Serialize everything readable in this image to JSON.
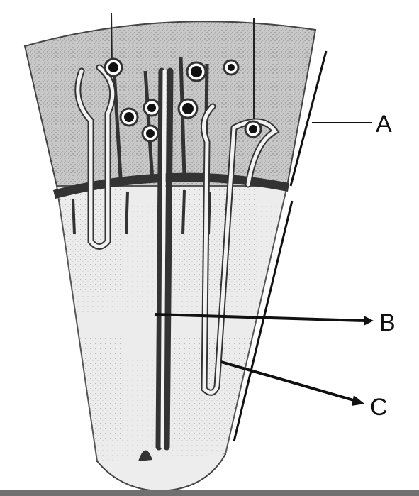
{
  "diagram": {
    "labels": [
      {
        "id": "A",
        "text": "A"
      },
      {
        "id": "B",
        "text": "B"
      },
      {
        "id": "C",
        "text": "C"
      }
    ]
  },
  "colors": {
    "ink": "#111111",
    "cortex_fill": "#c9c9c9",
    "medulla_fill": "#e6e6e6",
    "tubule_fill": "#f4f4f4",
    "bottom_bar": "#707070"
  }
}
